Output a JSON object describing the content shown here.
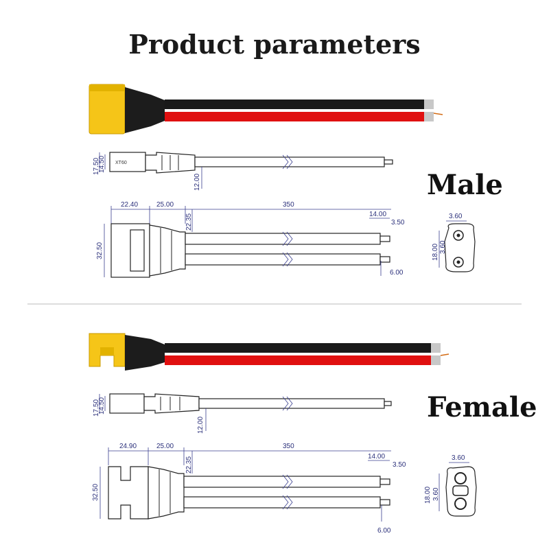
{
  "title": "Product parameters",
  "colors": {
    "connector_yellow": "#f5c518",
    "wire_black": "#1a1a1a",
    "wire_red": "#e01010",
    "dimension_ink": "#2a2f7a",
    "divider": "#dddddd"
  },
  "male": {
    "label": "Male",
    "side_dims": {
      "height_outer": "17.50",
      "height_inner": "14.50",
      "boot": "12.00",
      "body_text": "XT60"
    },
    "top_dims": {
      "body": "22.40",
      "boot": "25.00",
      "wire": "350",
      "width": "32.50",
      "boot_height": "22.35",
      "strip": "14.00",
      "tip": "3.50",
      "gap": "6.00"
    },
    "face_dims": {
      "pitch_width": "3.60",
      "height": "18.00",
      "pin": "3.60"
    }
  },
  "female": {
    "label": "Female",
    "side_dims": {
      "height_outer": "17.50",
      "height_inner": "14.50",
      "boot": "12.00"
    },
    "top_dims": {
      "body": "24.90",
      "boot": "25.00",
      "wire": "350",
      "width": "32.50",
      "boot_height": "22.35",
      "strip": "14.00",
      "tip": "3.50",
      "gap": "6.00"
    },
    "face_dims": {
      "pitch_width": "3.60",
      "height": "18.00",
      "pin": "3.60"
    }
  }
}
